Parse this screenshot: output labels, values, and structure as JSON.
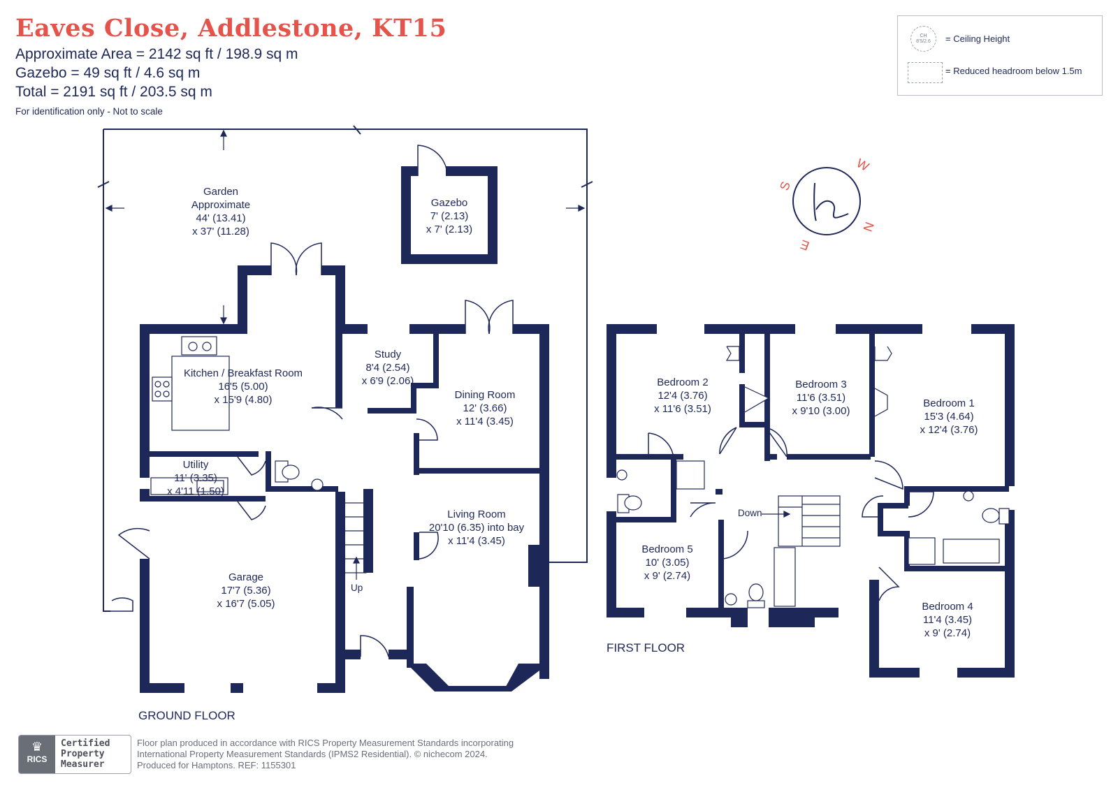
{
  "header": {
    "title": "Eaves Close, Addlestone, KT15",
    "area": "Approximate Area = 2142 sq ft / 198.9 sq m",
    "gazebo": "Gazebo = 49 sq ft / 4.6 sq m",
    "total": "Total = 2191 sq ft / 203.5 sq m",
    "note": "For identification only - Not to scale"
  },
  "legend": {
    "ceiling_symbol": "CH\n8'5/2.6",
    "ceiling_label": "= Ceiling Height",
    "headroom_label": "= Reduced headroom below 1.5m"
  },
  "compass": {
    "s": "S",
    "w": "W",
    "n": "N",
    "e": "E",
    "logo": "h"
  },
  "ground_floor": {
    "label": "GROUND FLOOR",
    "garden": {
      "name": "Garden",
      "l1": "Approximate",
      "l2": "44' (13.41)",
      "l3": "x 37' (11.28)"
    },
    "gazebo": {
      "name": "Gazebo",
      "l1": "7' (2.13)",
      "l2": "x 7' (2.13)"
    },
    "kitchen": {
      "name": "Kitchen / Breakfast Room",
      "l1": "16'5 (5.00)",
      "l2": "x 15'9 (4.80)"
    },
    "study": {
      "name": "Study",
      "l1": "8'4 (2.54)",
      "l2": "x 6'9 (2.06)"
    },
    "dining": {
      "name": "Dining Room",
      "l1": "12' (3.66)",
      "l2": "x 11'4 (3.45)"
    },
    "utility": {
      "name": "Utility",
      "l1": "11' (3.35)",
      "l2": "x 4'11 (1.50)"
    },
    "living": {
      "name": "Living Room",
      "l1": "20'10 (6.35) into bay",
      "l2": "x 11'4 (3.45)"
    },
    "garage": {
      "name": "Garage",
      "l1": "17'7 (5.36)",
      "l2": "x 16'7 (5.05)"
    },
    "stairs": "Up"
  },
  "first_floor": {
    "label": "FIRST FLOOR",
    "bedroom2": {
      "name": "Bedroom 2",
      "l1": "12'4 (3.76)",
      "l2": "x 11'6 (3.51)"
    },
    "bedroom3": {
      "name": "Bedroom 3",
      "l1": "11'6 (3.51)",
      "l2": "x 9'10 (3.00)"
    },
    "bedroom1": {
      "name": "Bedroom 1",
      "l1": "15'3 (4.64)",
      "l2": "x 12'4 (3.76)"
    },
    "bedroom5": {
      "name": "Bedroom 5",
      "l1": "10' (3.05)",
      "l2": "x 9' (2.74)"
    },
    "bedroom4": {
      "name": "Bedroom 4",
      "l1": "11'4 (3.45)",
      "l2": "x 9' (2.74)"
    },
    "stairs": "Down"
  },
  "footer": {
    "badge_logo": "RICS",
    "badge_text_1": "Certified",
    "badge_text_2": "Property",
    "badge_text_3": "Measurer",
    "line1": "Floor plan produced in accordance with RICS Property Measurement Standards incorporating",
    "line2": "International Property Measurement Standards (IPMS2 Residential). © nichecom 2024.",
    "line3": "Produced for Hamptons. REF: 1155301"
  },
  "colors": {
    "wall": "#1d2758",
    "title": "#e5534b"
  }
}
